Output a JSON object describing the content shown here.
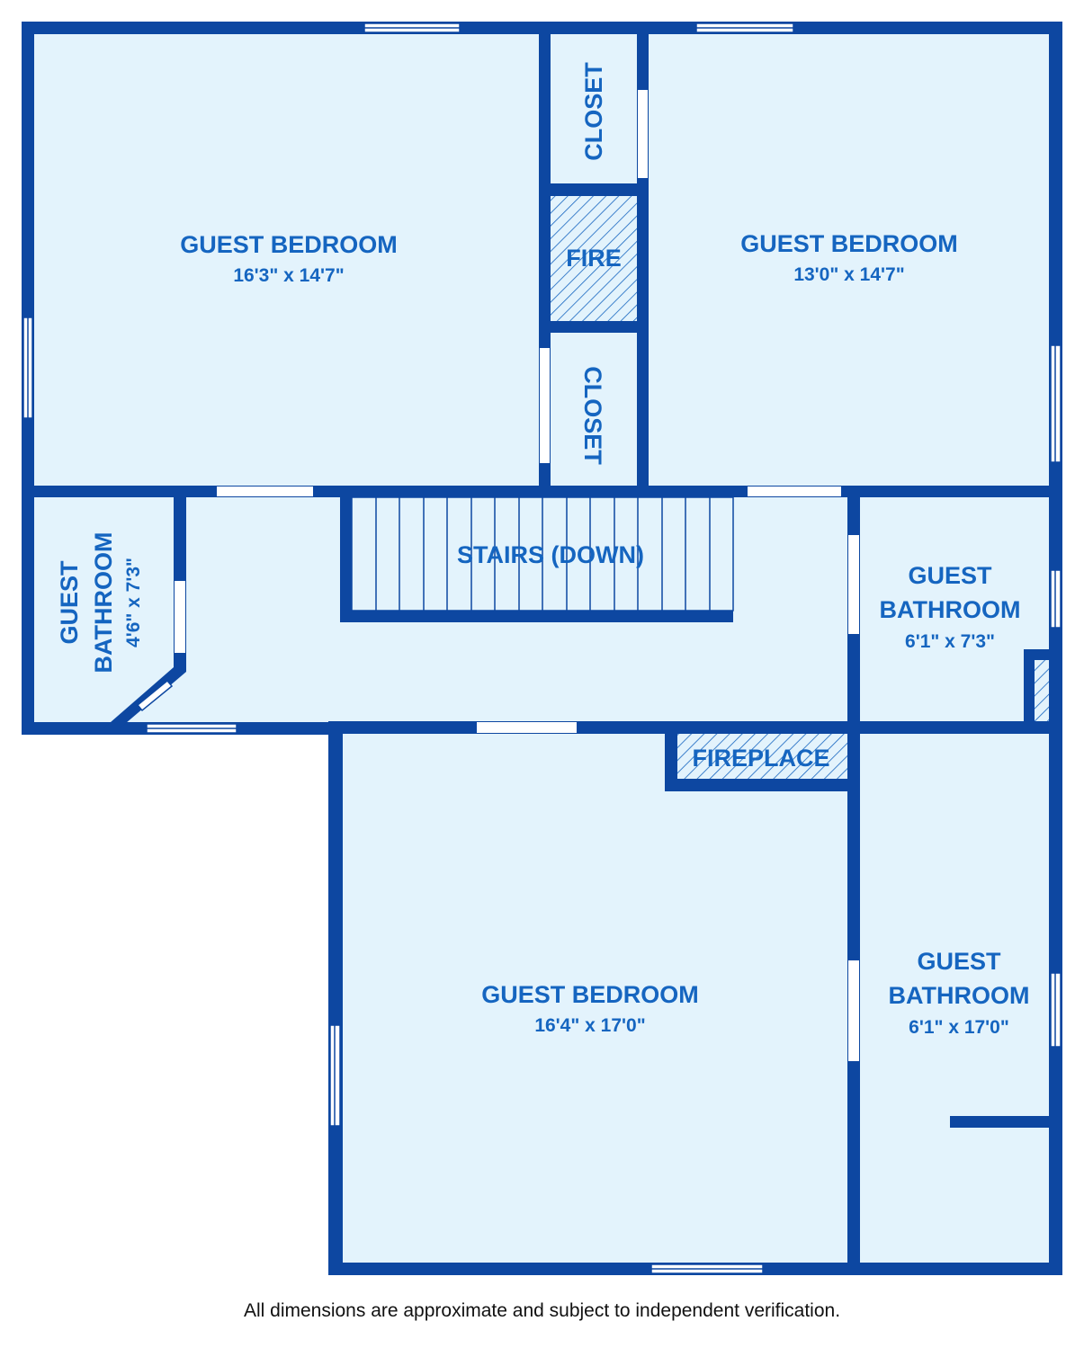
{
  "colors": {
    "wall": "#0d47a1",
    "floor": "#e3f3fc",
    "label": "#1565c0",
    "opening": "#ffffff"
  },
  "rooms": {
    "bedroom_nw": {
      "name": "GUEST BEDROOM",
      "dims": "16'3\" x 14'7\""
    },
    "bedroom_ne": {
      "name": "GUEST BEDROOM",
      "dims": "13'0\" x 14'7\""
    },
    "closet_top": {
      "name": "CLOSET"
    },
    "fire_top": {
      "name": "FIRE"
    },
    "closet_mid": {
      "name": "CLOSET"
    },
    "stairs": {
      "name": "STAIRS (DOWN)"
    },
    "bath_w": {
      "name_line1": "GUEST",
      "name_line2": "BATHROOM",
      "dims": "4'6\" x 7'3\""
    },
    "bath_e": {
      "name_line1": "GUEST",
      "name_line2": "BATHROOM",
      "dims": "6'1\" x 7'3\""
    },
    "fireplace": {
      "name": "FIREPLACE"
    },
    "bedroom_s": {
      "name": "GUEST BEDROOM",
      "dims": "16'4\" x 17'0\""
    },
    "bath_se": {
      "name_line1": "GUEST",
      "name_line2": "BATHROOM",
      "dims": "6'1\" x 17'0\""
    }
  },
  "footer": {
    "disclaimer": "All dimensions are approximate and subject to independent verification."
  }
}
